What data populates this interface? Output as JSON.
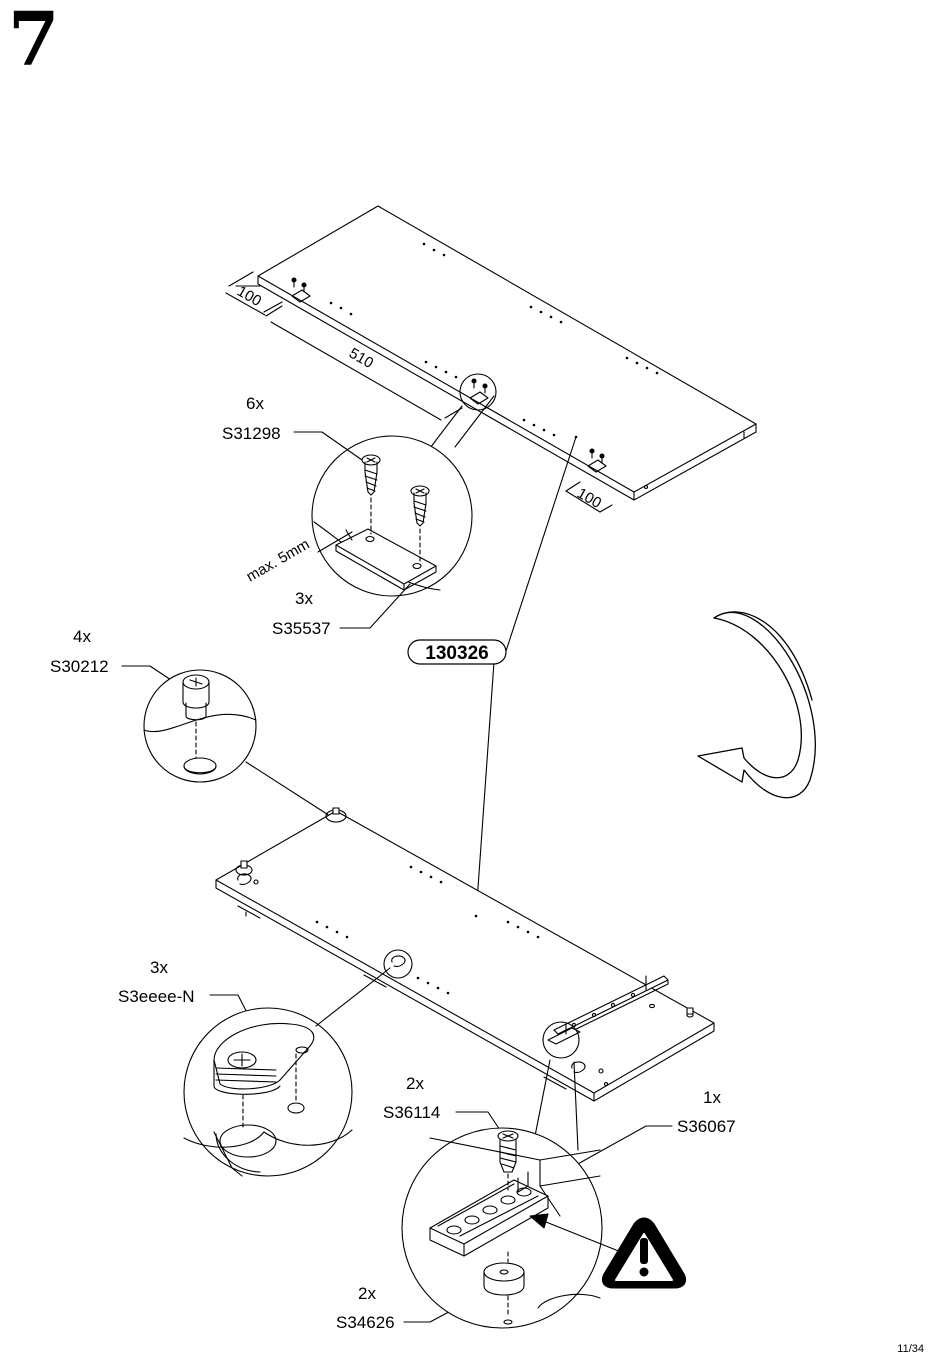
{
  "step_number": "7",
  "page_number": "11/34",
  "panel_part_number": "130326",
  "dimensions": {
    "left_offset": "100",
    "spacing": "510",
    "right_offset": "100",
    "max_depth": "max. 5mm"
  },
  "parts": {
    "screw": {
      "qty": "6x",
      "code": "S31298"
    },
    "plate": {
      "qty": "3x",
      "code": "S35537"
    },
    "cam_bolt": {
      "qty": "4x",
      "code": "S30212"
    },
    "cam_lock": {
      "qty": "3x",
      "code": "S3eeee-N"
    },
    "rail_screw": {
      "qty": "2x",
      "code": "S36114"
    },
    "rail": {
      "qty": "1x",
      "code": "S36067"
    },
    "spacer": {
      "qty": "2x",
      "code": "S34626"
    }
  },
  "icons": [
    "flip-arrow-icon",
    "warning-icon"
  ],
  "colors": {
    "line": "#000000",
    "background": "#ffffff"
  }
}
